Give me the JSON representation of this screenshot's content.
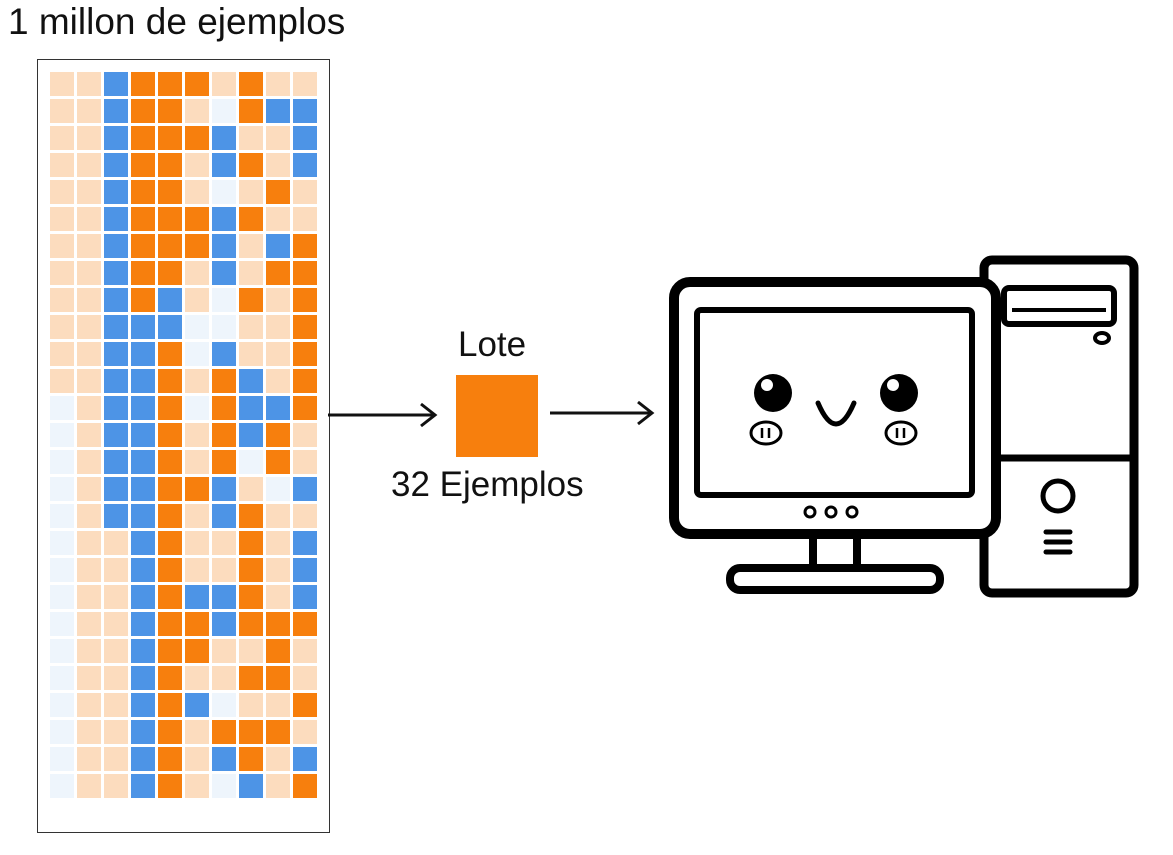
{
  "dataset": {
    "title": "1 millon de ejemplos",
    "cols": 10,
    "palette": {
      "L": "#fcdcbe",
      "B": "#4d94e6",
      "O": "#f77f0d",
      "W": "#eef5fc"
    },
    "rows": [
      "LLBOOOLOLL",
      "LLBOOLWOBB",
      "LLBOOOBLLB",
      "LLBOOLBOLB",
      "LLBOOLWLOL",
      "LLBOOOBOLL",
      "LLBOOOBLBO",
      "LLBOOLBLOO",
      "LLBOBLWOLO",
      "LLBBBWWLLO",
      "LLBBOWBLLO",
      "LLBBOLOBLO",
      "WLBBOWOBBO",
      "WLBBOLOBOL",
      "WLBBOLOWOL",
      "WLBBOOBLWB",
      "WLBBOLBOLL",
      "WLLBOLLOLB",
      "WLLBOLLOLB",
      "WLLBOBBOLB",
      "WLLBOOBOOO",
      "WLLBOOLLOL",
      "WLLBOLLOOL",
      "WLLBOBWLLO",
      "WLLBOLOOOL",
      "WLLBOLBOLB",
      "WLLBOLWBLO"
    ]
  },
  "batch": {
    "label": "Lote",
    "count_label": "32 Ejemplos",
    "color": "#f77f0d"
  }
}
